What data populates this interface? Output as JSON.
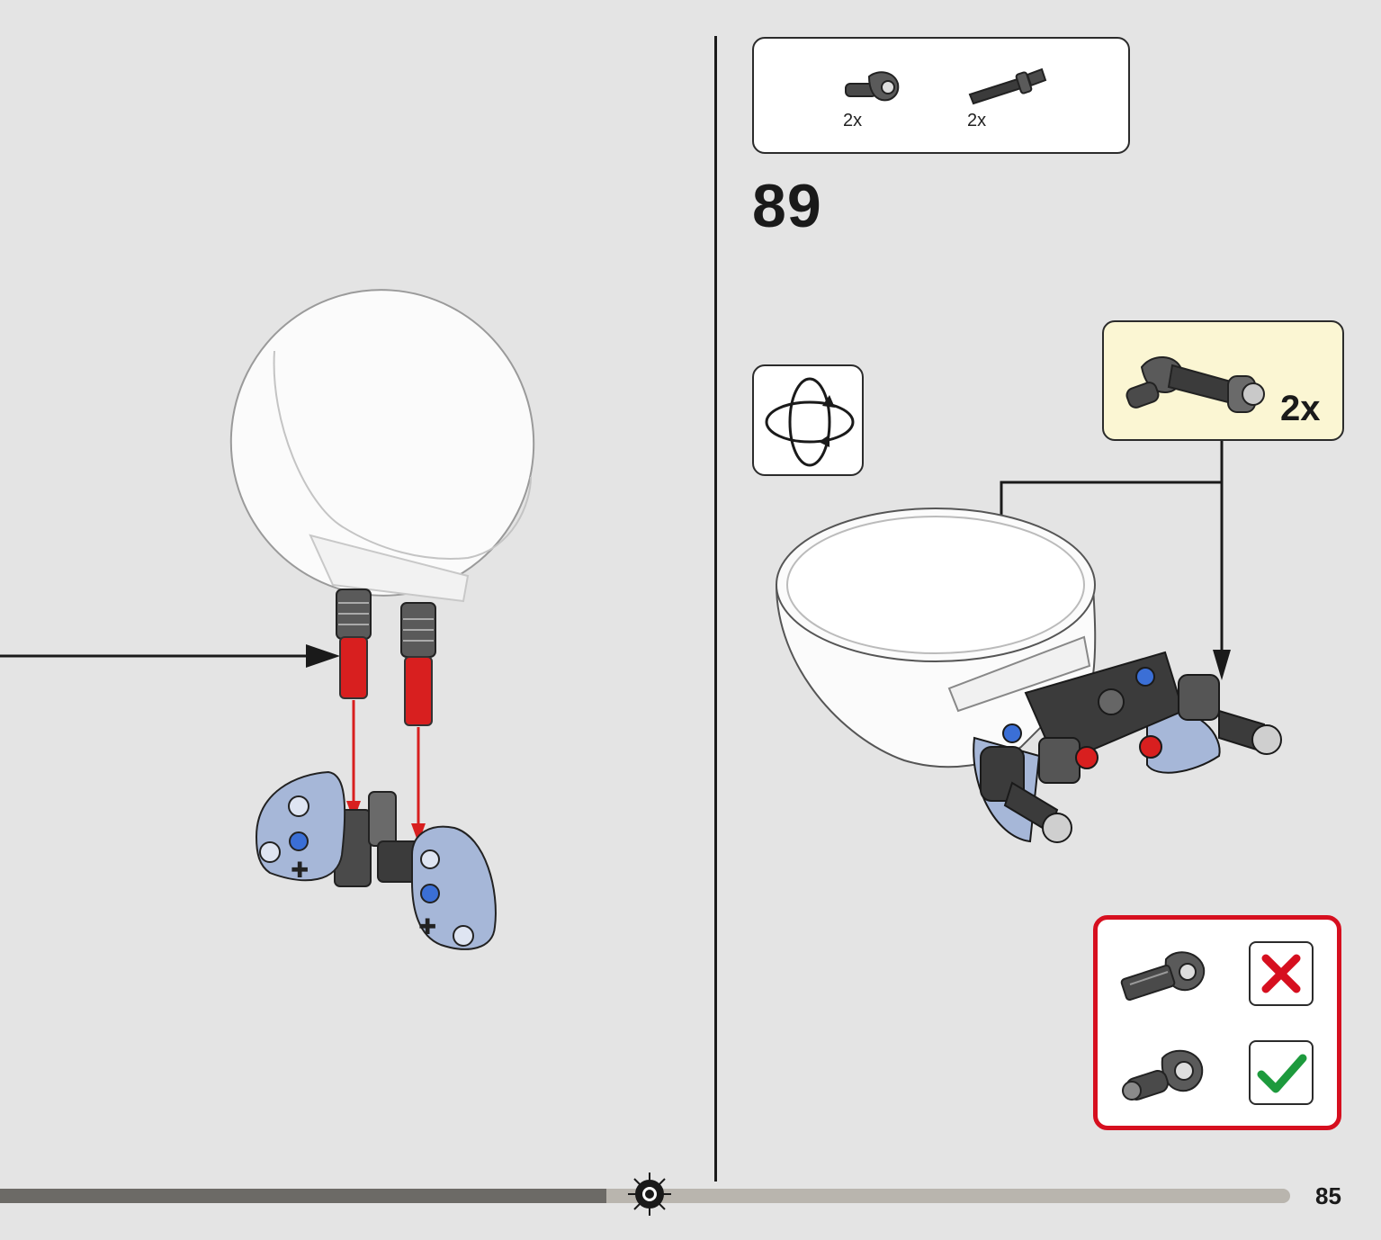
{
  "parts_list": [
    {
      "part_icon": "angle-connector-part-icon",
      "quantity": "2x"
    },
    {
      "part_icon": "long-pin-part-icon",
      "quantity": "2x"
    }
  ],
  "step": {
    "number": "89"
  },
  "rotate_icon": "rotate-model-icon",
  "subassembly": {
    "quantity": "2x"
  },
  "orientation_check": {
    "wrong_icon": "cross-icon",
    "right_icon": "check-icon",
    "colors": {
      "wrong": "#d60f1f",
      "right": "#1d9a3d",
      "border": "#d60f1f"
    }
  },
  "footer": {
    "page_number": "85",
    "progress": 0.47
  },
  "colors": {
    "background": "#e4e4e4",
    "callout_background": "#fbf6d3",
    "pin_red": "#d81f1f",
    "part_blue": "#a6b7d8",
    "part_dark": "#3b3b3b"
  }
}
